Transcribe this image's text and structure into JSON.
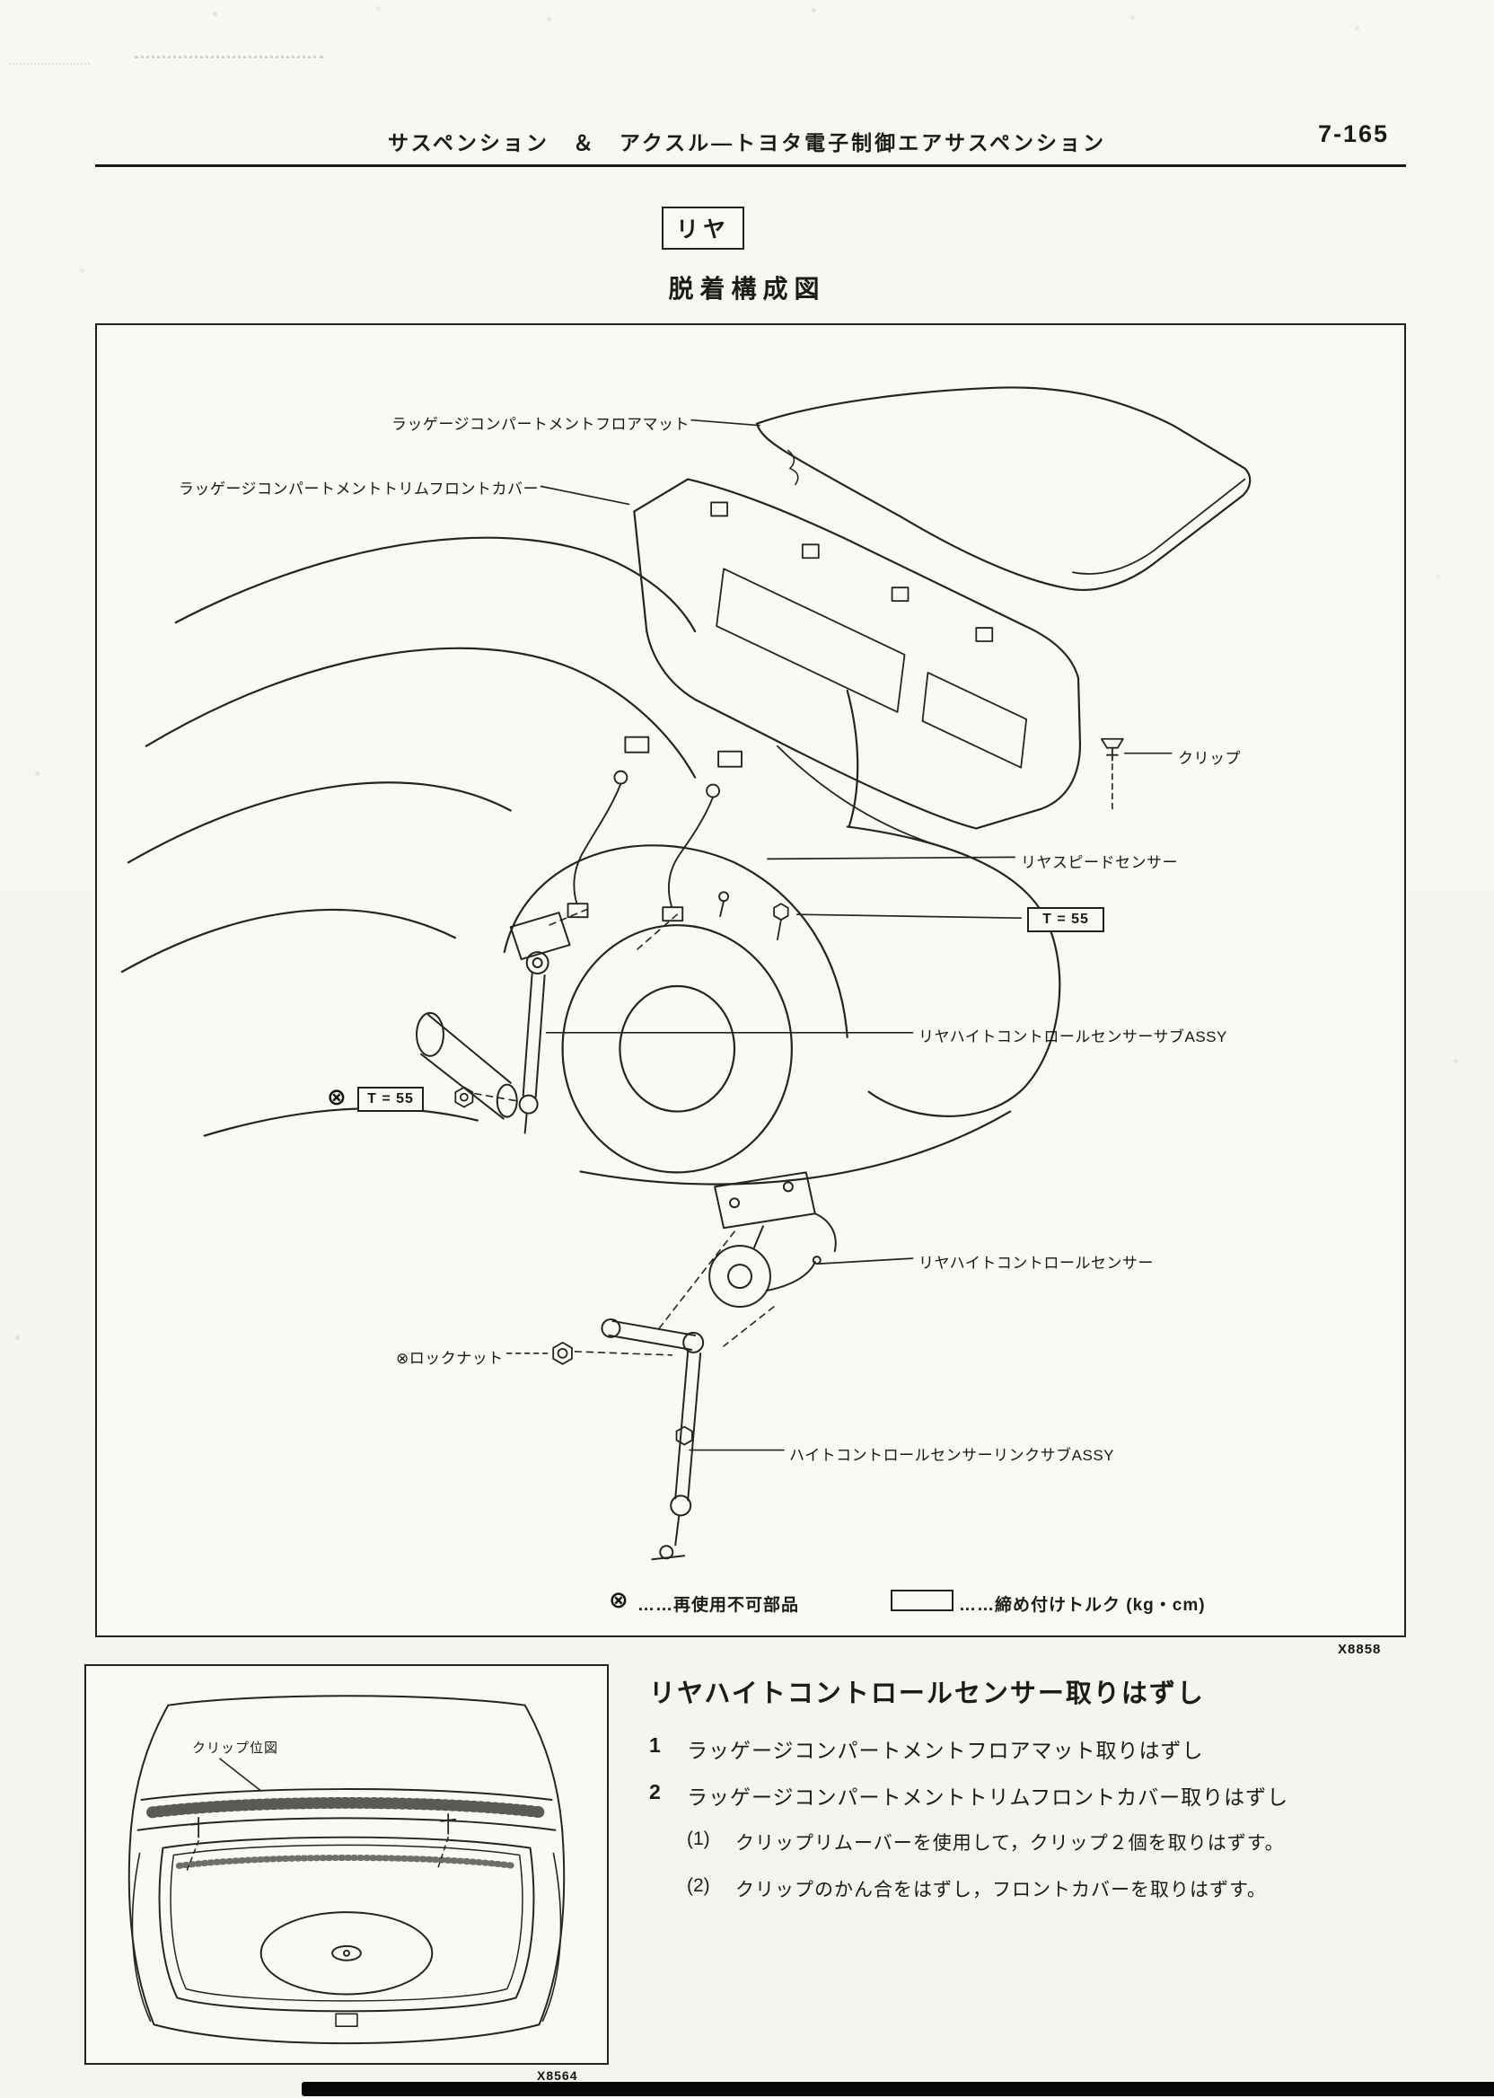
{
  "page": {
    "header_title": "サスペンション　＆　アクスル―トヨタ電子制御エアサスペンション",
    "page_number": "7-165",
    "section_tag": "リヤ",
    "diagram_title": "脱着構成図",
    "figure_code_main": "X8858",
    "figure_code_inset": "X8564"
  },
  "symbols": {
    "nonreusable": "⊗"
  },
  "diagram": {
    "torque_value": "T = 55",
    "parts": [
      {
        "label": "ラッゲージコンパートメントフロアマット"
      },
      {
        "label": "ラッゲージコンパートメントトリムフロントカバー"
      },
      {
        "label": "クリップ"
      },
      {
        "label": "リヤスピードセンサー"
      },
      {
        "label": "リヤハイトコントロールセンサーサブASSY"
      },
      {
        "label": "リヤハイトコントロールセンサー"
      },
      {
        "label": "ロックナット"
      },
      {
        "label": "ハイトコントロールセンサーリンクサブASSY"
      }
    ],
    "legend": {
      "nonreusable_text": "……再使用不可部品",
      "torque_text": "……締め付けトルク (kg・cm)"
    }
  },
  "inset": {
    "label": "クリップ位図"
  },
  "instructions": {
    "title": "リヤハイトコントロールセンサー取りはずし",
    "steps": [
      {
        "num": "1",
        "text": "ラッゲージコンパートメントフロアマット取りはずし"
      },
      {
        "num": "2",
        "text": "ラッゲージコンパートメントトリムフロントカバー取りはずし"
      }
    ],
    "substeps": [
      {
        "num": "(1)",
        "text": "クリップリムーバーを使用して，クリップ２個を取りはずす。"
      },
      {
        "num": "(2)",
        "text": "クリップのかん合をはずし，フロントカバーを取りはずす。"
      }
    ]
  }
}
